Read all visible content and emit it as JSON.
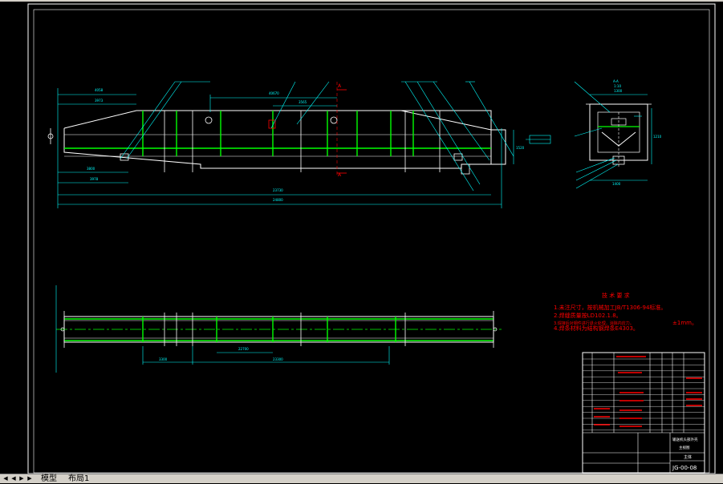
{
  "colors": {
    "background": "#000000",
    "frame": "#ffffff",
    "outline": "#ffffff",
    "dimension": "#00ffff",
    "structure": "#00ff00",
    "annotation": "#ff0000"
  },
  "tech_requirements": {
    "title": "技 术 要 求",
    "lines": [
      "1.未注尺寸，按机械加工JB/T1306-94标准。",
      "2.焊缝质量按LD102.1.8。",
      "3.焊接后对钢件进行退火处理，消除内应力。",
      "4.焊条材料为结构钢焊条E4303。"
    ],
    "side_note": "±1mm。"
  },
  "title_block": {
    "product_name": "输送机头部外壳",
    "product_subtitle": "主视图",
    "drawing_number": "JG-00-08",
    "view_label": "主体"
  },
  "tabs": {
    "model": "模型",
    "layout1": "布局1"
  },
  "nav_icons": [
    "first-icon",
    "prev-icon",
    "next-icon",
    "last-icon"
  ]
}
